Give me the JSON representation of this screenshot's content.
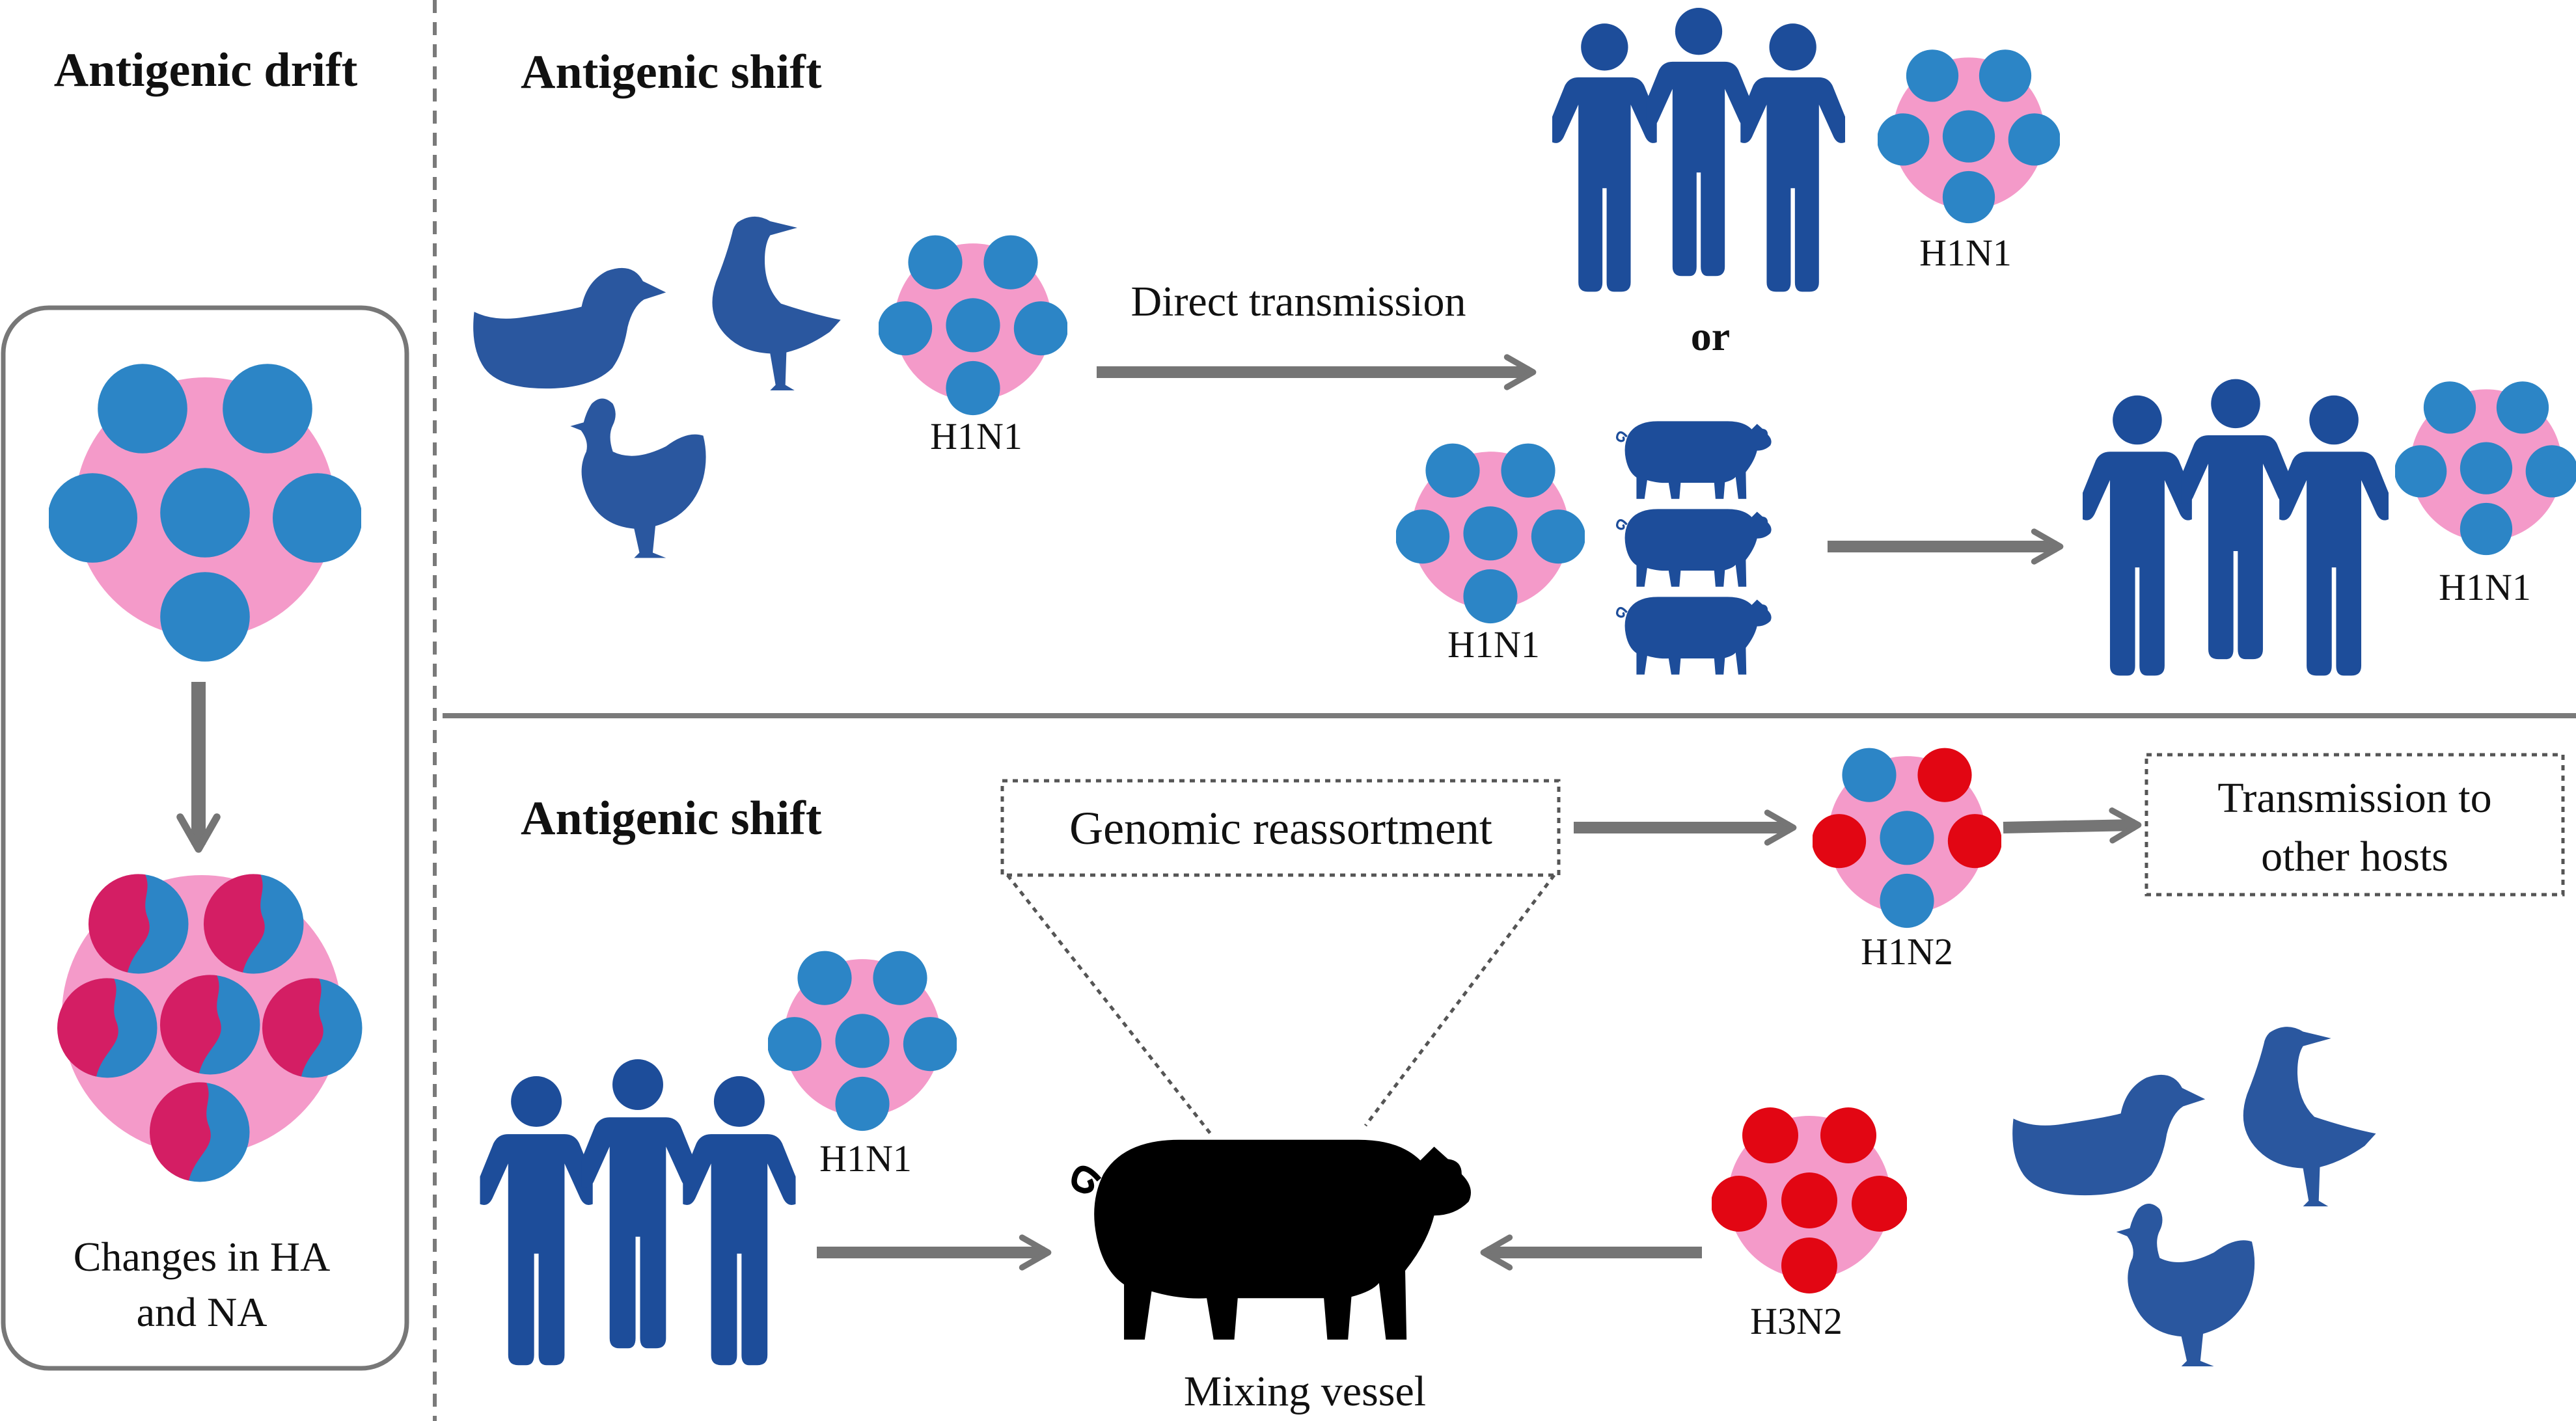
{
  "panels": {
    "drift": {
      "title": "Antigenic drift",
      "caption_lines": [
        "Changes in HA",
        "and NA"
      ]
    },
    "shift_direct": {
      "title": "Antigenic shift",
      "arrow_label": "Direct transmission",
      "connector": "or",
      "virus_labels": {
        "birds": "H1N1",
        "humans_top": "H1N1",
        "pigs": "H1N1",
        "humans_right": "H1N1"
      }
    },
    "shift_reassortment": {
      "title": "Antigenic shift",
      "box_label": "Genomic reassortment",
      "transmission_lines": [
        "Transmission to",
        "other hosts"
      ],
      "mixing_label": "Mixing vessel",
      "virus_labels": {
        "humans": "H1N1",
        "result": "H1N2",
        "birds": "H3N2"
      }
    }
  },
  "colors": {
    "virus_body": "#f49ac9",
    "surface_blue": "#2c85c6",
    "surface_red": "#e20613",
    "drifted_magenta": "#d41e64",
    "host_blue": "#1d4d9a",
    "bird_blue": "#2a579f",
    "pig_black": "#000000",
    "arrow_gray": "#757575",
    "divider_gray": "#7a7a7a"
  },
  "icons": {
    "virus": "virus-particle-icon",
    "people": "people-group-icon",
    "duck": "duck-icon",
    "chicken": "chicken-icon",
    "pig": "pig-icon"
  }
}
